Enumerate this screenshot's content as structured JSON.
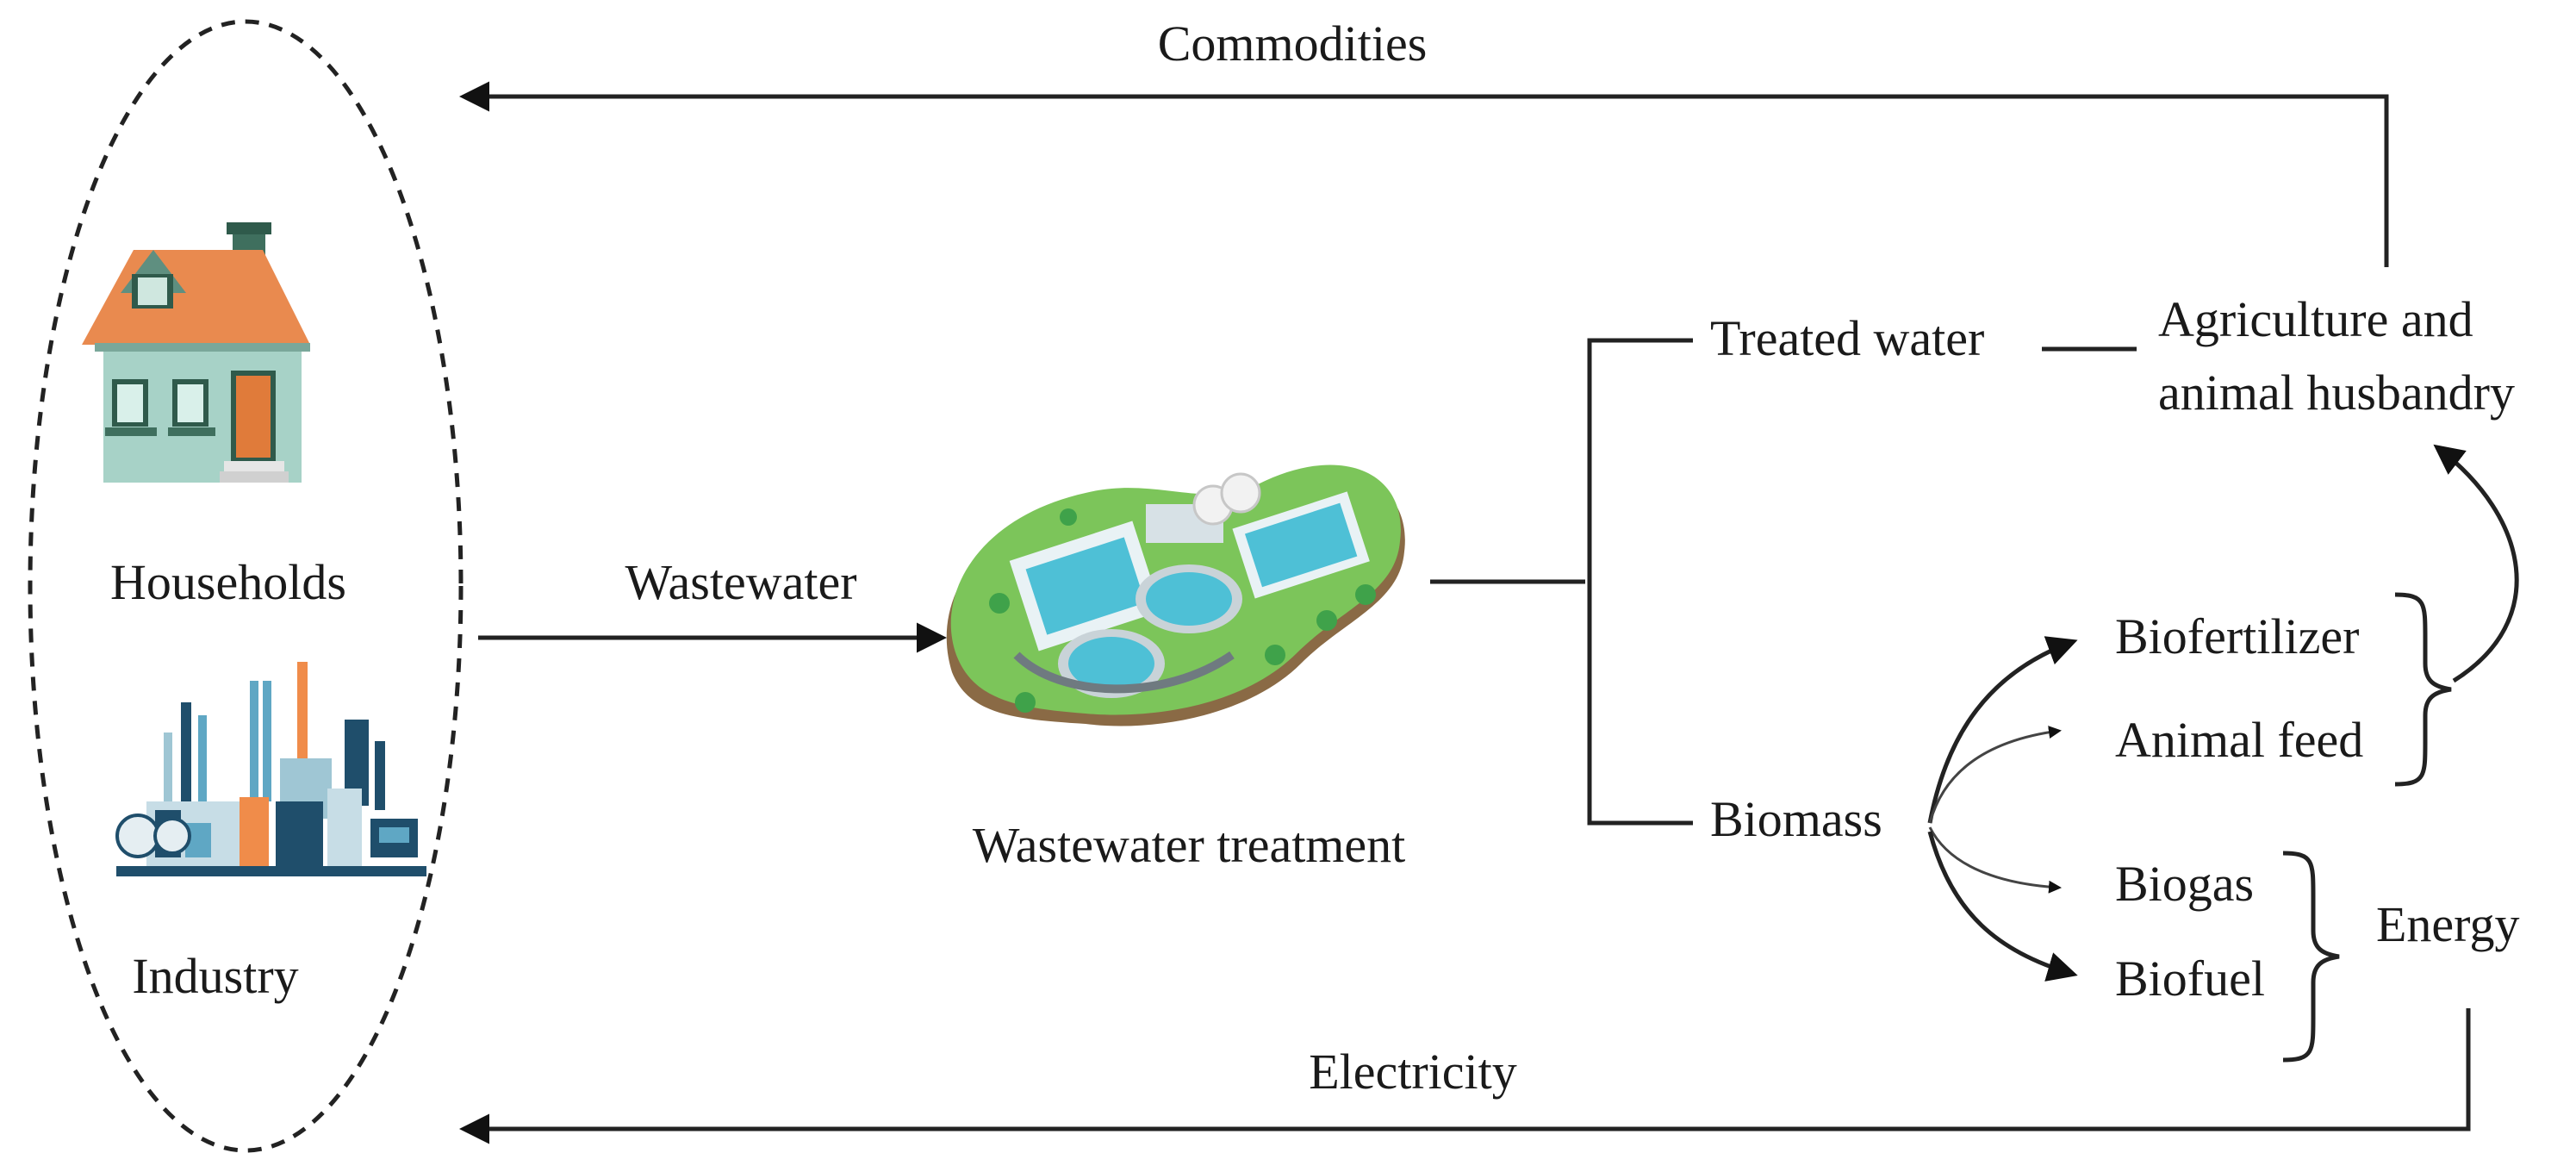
{
  "labels": {
    "commodities": "Commodities",
    "households": "Households",
    "industry": "Industry",
    "wastewater": "Wastewater",
    "wastewater_treatment": "Wastewater treatment",
    "treated_water": "Treated water",
    "agriculture_line1": "Agriculture and",
    "agriculture_line2": "animal husbandry",
    "biomass": "Biomass",
    "biofertilizer": "Biofertilizer",
    "animal_feed": "Animal feed",
    "biogas": "Biogas",
    "biofuel": "Biofuel",
    "energy": "Energy",
    "electricity": "Electricity"
  },
  "icons": {
    "house": "house-icon",
    "factory": "factory-icon",
    "plant": "treatment-plant-icon"
  },
  "colors": {
    "roof": "#e98a4f",
    "house_wall": "#a7d2c7",
    "door": "#e07b3a",
    "factory_dark": "#1f4e6b",
    "factory_mid": "#5fa7c4",
    "factory_accent": "#f08c4a",
    "grass": "#7cc55a",
    "earth": "#8a6a45",
    "water": "#4ec0d6"
  }
}
